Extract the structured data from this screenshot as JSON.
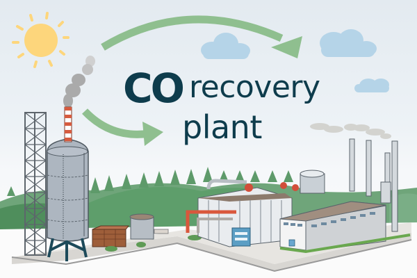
{
  "title": {
    "co": "CO",
    "line1": "recovery",
    "line2": "plant"
  },
  "illustration": {
    "icons": [
      "sun-icon",
      "cloud-icon",
      "cloud-icon",
      "curved-arrow-icon",
      "curved-arrow-icon",
      "smoke-icon",
      "lattice-tower-icon",
      "storage-tank-icon",
      "chimney-icon",
      "brick-crate-icon",
      "small-tank-icon",
      "processing-unit-icon",
      "factory-building-icon",
      "stack-icon",
      "forest-hills-icon"
    ]
  },
  "colors": {
    "title": "#0e3c4c",
    "arrow": "#8fbf8f",
    "sun": "#fdd67c",
    "cloud": "#b5d4e8",
    "hills": "#5e9e6b",
    "pipe_red": "#d9573c",
    "tank": "#aeb7c2",
    "roof": "#9a8676"
  }
}
